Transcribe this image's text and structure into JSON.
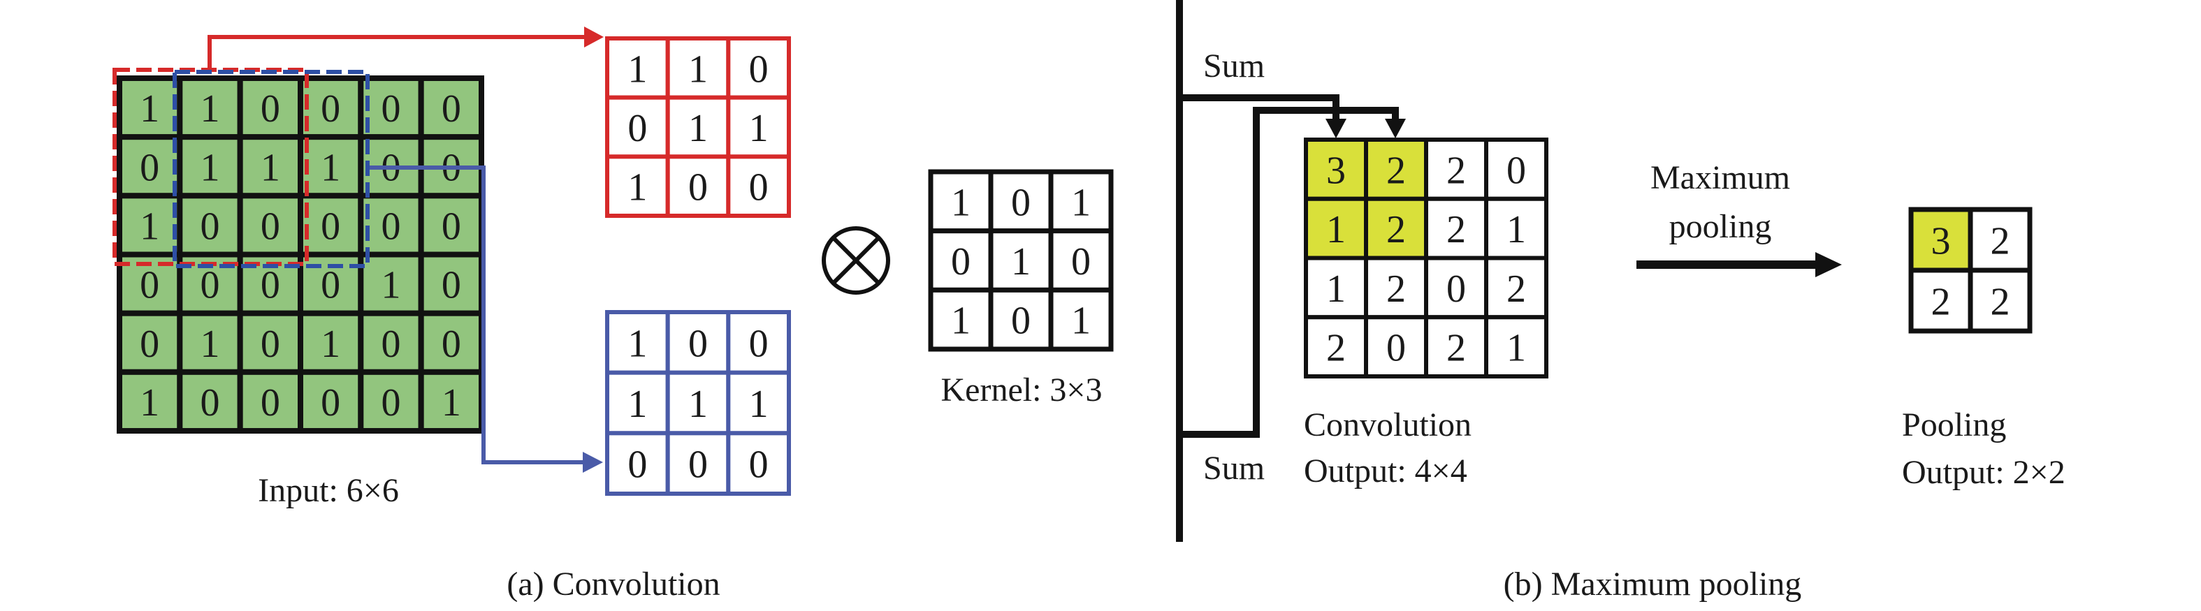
{
  "figure": {
    "panel_a": {
      "caption": "(a) Convolution",
      "input": {
        "label": "Input: 6×6",
        "values": [
          [
            1,
            1,
            0,
            0,
            0,
            0
          ],
          [
            0,
            1,
            1,
            1,
            0,
            0
          ],
          [
            1,
            0,
            0,
            0,
            0,
            0
          ],
          [
            0,
            0,
            0,
            0,
            1,
            0
          ],
          [
            0,
            1,
            0,
            1,
            0,
            0
          ],
          [
            1,
            0,
            0,
            0,
            0,
            1
          ]
        ],
        "fill_color": "#92C57E"
      },
      "red_window": {
        "values": [
          [
            1,
            1,
            0
          ],
          [
            0,
            1,
            1
          ],
          [
            1,
            0,
            0
          ]
        ],
        "color": "#D62A2A"
      },
      "blue_window": {
        "values": [
          [
            1,
            0,
            0
          ],
          [
            1,
            1,
            1
          ],
          [
            0,
            0,
            0
          ]
        ],
        "color": "#4A5BA8"
      },
      "operator_symbol": "⊗",
      "kernel": {
        "label": "Kernel: 3×3",
        "values": [
          [
            1,
            0,
            1
          ],
          [
            0,
            1,
            0
          ],
          [
            1,
            0,
            1
          ]
        ]
      }
    },
    "panel_b": {
      "caption": "(b) Maximum pooling",
      "sum_top_label": "Sum",
      "sum_bottom_label": "Sum",
      "conv_output": {
        "label_line1": "Convolution",
        "label_line2": "Output: 4×4",
        "values": [
          [
            3,
            2,
            2,
            0
          ],
          [
            1,
            2,
            2,
            1
          ],
          [
            1,
            2,
            0,
            2
          ],
          [
            2,
            0,
            2,
            1
          ]
        ],
        "highlight_cells": [
          [
            0,
            0
          ],
          [
            0,
            1
          ],
          [
            1,
            0
          ],
          [
            1,
            1
          ]
        ],
        "highlight_color": "#D9E03A"
      },
      "pooling_arrow_label_line1": "Maximum",
      "pooling_arrow_label_line2": "pooling",
      "pool_output": {
        "label_line1": "Pooling",
        "label_line2": "Output: 2×2",
        "values": [
          [
            3,
            2
          ],
          [
            2,
            2
          ]
        ],
        "highlight_cells": [
          [
            0,
            0
          ]
        ],
        "highlight_color": "#D9E03A"
      }
    }
  }
}
